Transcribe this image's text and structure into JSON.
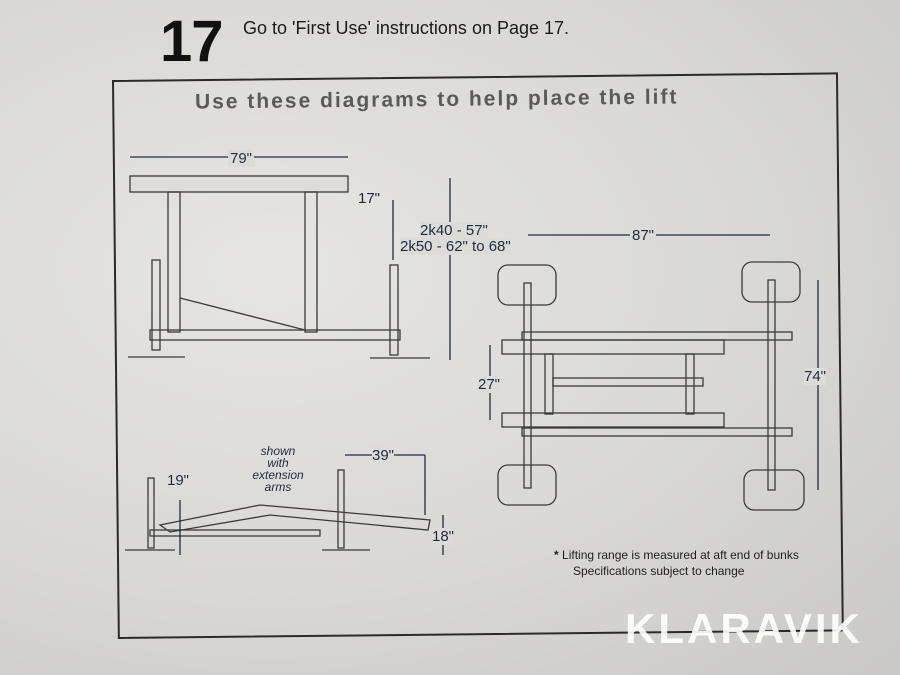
{
  "step": {
    "number": "17",
    "instruction": "Go to 'First Use' instructions on Page 17."
  },
  "diagram": {
    "heading": "Use these diagrams to help place the lift",
    "side_view": {
      "length": "79\"",
      "overhang": "17\"",
      "height_2k40": "2k40 - 57\"",
      "height_2k50": "2k50 - 62\" to 68\""
    },
    "top_view": {
      "width": "87\"",
      "bunk_spacing": "27\"",
      "length": "74\""
    },
    "lowered_view": {
      "caption": [
        "shown",
        "with",
        "extension",
        "arms"
      ],
      "rear_height": "19\"",
      "front_height": "18\"",
      "extension": "39\""
    },
    "notes": {
      "asterisk": "*",
      "line1": "Lifting range is measured at aft end of bunks",
      "line2": "Specifications subject to change"
    }
  },
  "watermark": "KLARAVIK"
}
